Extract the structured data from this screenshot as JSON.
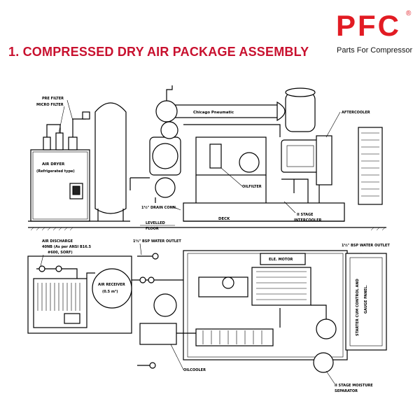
{
  "header": {
    "title": "1. COMPRESSED DRY AIR PACKAGE ASSEMBLY"
  },
  "logo": {
    "mark": "PFC",
    "registered": "®",
    "tagline": "Parts For Compressor"
  },
  "colors": {
    "brand_red": "#e21b23",
    "title_red": "#c8102e"
  },
  "labels": {
    "pre_filter": "PRE FILTER",
    "micro_filter": "MICRO FILTER",
    "air_dryer_1": "AIR DRYER",
    "air_dryer_2": "(Refrigerated type)",
    "chicago_pneumatic": "Chicago Pneumatic",
    "aftercooler": "AFTERCOOLER",
    "oilfilter": "OILFILTER",
    "drain_conn": "1½\" DRAIN CONN.",
    "deck": "DECK",
    "stage_intercooler_1": "II STAGE",
    "stage_intercooler_2": "INTERCOOLER",
    "levelled_floor_1": "LEVELLED",
    "levelled_floor_2": "FLOOR",
    "air_discharge_1": "AIR DISCHARGE",
    "air_discharge_2": "40NB (As per ANSI B16.5",
    "air_discharge_3": "#600, SORF)",
    "bsp_water_outlet_left": "1½\" BSP WATER OUTLET",
    "bsp_water_outlet_right": "1½\" BSP WATER OUTLET",
    "ele_motor": "ELE. MOTOR",
    "air_receiver_1": "AIR RECEIVER",
    "air_receiver_2": "(0.5 m³)",
    "starter_panel_1": "STARTER CUM CONTROL AND",
    "starter_panel_2": "GAUGE PANEL.",
    "oilcooler": "OILCOOLER",
    "moisture_sep_1": "II STAGE MOISTURE",
    "moisture_sep_2": "SEPARATOR"
  }
}
